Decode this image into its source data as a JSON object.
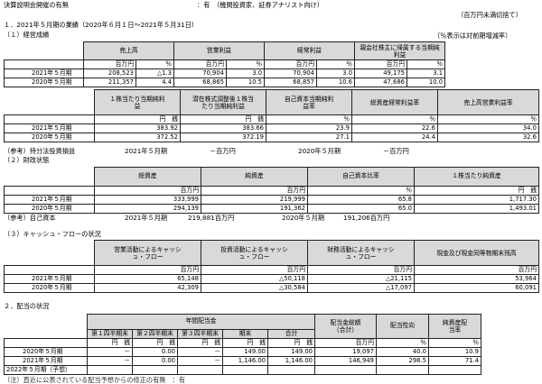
{
  "header": {
    "briefing_label": "決算説明会開催の有無",
    "briefing_value": "：有　（機関投資家、証券アナリスト向け）",
    "unit_note": "（百万円未満切捨て）"
  },
  "section1": {
    "title": "１．2021年５月期の業績（2020年６月１日～2021年５月31日）",
    "sub1_title": "（１）経営成績",
    "sub1_note": "（％表示は対前期増減率）",
    "results_table": {
      "headers": [
        "売上高",
        "営業利益",
        "経常利益",
        "親会社株主に帰属する当期純利益"
      ],
      "units": [
        "百万円",
        "％"
      ],
      "rows": [
        {
          "label": "2021年５月期",
          "v": [
            "208,523",
            "△1.3",
            "70,904",
            "3.0",
            "70,904",
            "3.0",
            "49,175",
            "3.1"
          ]
        },
        {
          "label": "2020年５月期",
          "v": [
            "211,357",
            "4.4",
            "68,865",
            "10.5",
            "68,857",
            "10.6",
            "47,686",
            "10.0"
          ]
        }
      ]
    },
    "ratio_table": {
      "headers": [
        "１株当たり当期純利益",
        "潜在株式調整後１株当たり当期純利益",
        "自己資本当期純利益率",
        "総資産経常利益率",
        "売上高営業利益率"
      ],
      "units": [
        "円　銭",
        "円　銭",
        "％",
        "％",
        "％"
      ],
      "rows": [
        {
          "label": "2021年５月期",
          "v": [
            "383.92",
            "383.66",
            "23.9",
            "22.6",
            "34.0"
          ]
        },
        {
          "label": "2020年５月期",
          "v": [
            "372.52",
            "372.19",
            "27.1",
            "24.4",
            "32.6"
          ]
        }
      ]
    },
    "equity_note": {
      "label": "（参考）持分法投資損益",
      "p1": "2021年５月期",
      "v1": "－百万円",
      "p2": "2020年５月期",
      "v2": "－百万円"
    },
    "sub2_title": "（２）財政状態",
    "financial_table": {
      "headers": [
        "総資産",
        "純資産",
        "自己資本比率",
        "１株当たり純資産"
      ],
      "units": [
        "百万円",
        "百万円",
        "％",
        "円　銭"
      ],
      "rows": [
        {
          "label": "2021年５月期",
          "v": [
            "333,999",
            "219,999",
            "65.8",
            "1,717.30"
          ]
        },
        {
          "label": "2020年５月期",
          "v": [
            "294,139",
            "191,362",
            "65.0",
            "1,493.01"
          ]
        }
      ]
    },
    "capital_note": {
      "label": "（参考）自己資本",
      "p1": "2021年５月期",
      "v1": "219,881百万円",
      "p2": "2020年５月期",
      "v2": "191,206百万円"
    },
    "sub3_title": "（３）キャッシュ・フローの状況",
    "cf_table": {
      "headers": [
        "営業活動によるキャッシュ・フロー",
        "投資活動によるキャッシュ・フロー",
        "財務活動によるキャッシュ・フロー",
        "現金及び現金同等物期末残高"
      ],
      "units": [
        "百万円"
      ],
      "rows": [
        {
          "label": "2021年５月期",
          "v": [
            "65,148",
            "△50,118",
            "△21,115",
            "53,964"
          ]
        },
        {
          "label": "2020年５月期",
          "v": [
            "42,309",
            "△30,584",
            "△17,097",
            "60,091"
          ]
        }
      ]
    }
  },
  "section2": {
    "title": "２．配当の状況",
    "dividend_table": {
      "annual_header": "年間配当金",
      "quarter_headers": [
        "第１四半期末",
        "第２四半期末",
        "第３四半期末",
        "期末",
        "合計"
      ],
      "total_header": "配当金総額（合計）",
      "payout_header": "配当性向",
      "ratio_header": "純資産配当率",
      "units": [
        "円　銭",
        "円　銭",
        "円　銭",
        "円　銭",
        "円　銭",
        "百万円",
        "％",
        "％"
      ],
      "rows": [
        {
          "label": "2020年５月期",
          "v": [
            "－",
            "0.00",
            "－",
            "149.00",
            "149.00",
            "19,097",
            "40.0",
            "10.9"
          ]
        },
        {
          "label": "2021年５月期",
          "v": [
            "－",
            "0.00",
            "－",
            "1,146.00",
            "1,146.00",
            "146,949",
            "298.5",
            "71.4"
          ]
        },
        {
          "label": "2022年５月期（予想）",
          "v": [
            "",
            "",
            "",
            "",
            "",
            "",
            "",
            ""
          ]
        }
      ]
    },
    "footnote": "（注）直近に公表されている配当予想からの修正の有無　：有"
  }
}
